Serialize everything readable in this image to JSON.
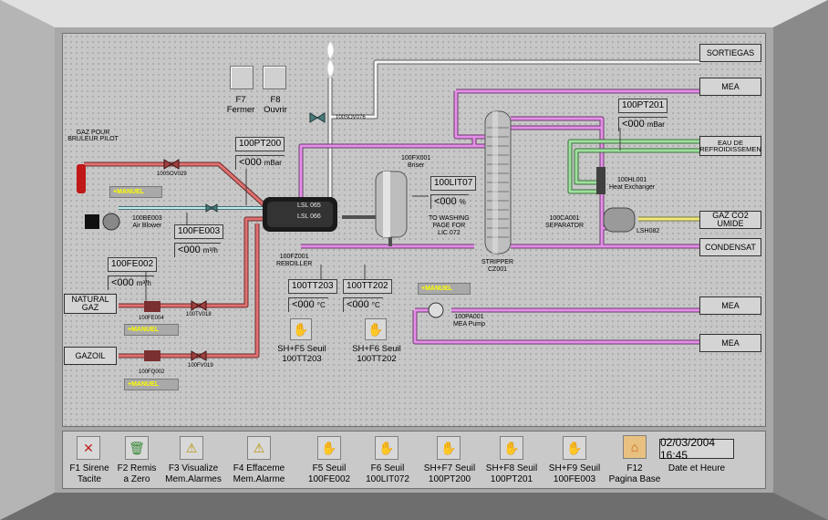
{
  "valves": {
    "fermer": "F7\nFermer",
    "ouvrir": "F8\nOuvrir"
  },
  "right_boxes": [
    "SORTIEGAS",
    "MEA",
    "EAU DE\nREFROIDISSEMEN",
    "GAZ CO2 UMIDE",
    "CONDENSAT",
    "MEA",
    "MEA"
  ],
  "instruments": {
    "pt200": {
      "tag": "100PT200",
      "val": "<000",
      "unit": "mBar"
    },
    "pt201": {
      "tag": "100PT201",
      "val": "<000",
      "unit": "mBar"
    },
    "lit07": {
      "tag": "100LIT07",
      "val": "<000",
      "unit": "%"
    },
    "fe003": {
      "tag": "100FE003",
      "val": "<000",
      "unit": "m³/h"
    },
    "fe002": {
      "tag": "100FE002",
      "val": "<000",
      "unit": "m³/h"
    },
    "tt203": {
      "tag": "100TT203",
      "val": "<000",
      "unit": "°C"
    },
    "tt202": {
      "tag": "100TT202",
      "val": "<000",
      "unit": "°C"
    }
  },
  "labels": {
    "gaz_pour": "GAZ POUR\nBRULEUR PILOT",
    "natural_gaz": "NATURAL\nGAZ",
    "gazoil": "GAZOIL",
    "air_blower": "100BE003\nAir Blower",
    "reboiller": "100FZ001\nREBOILLER",
    "lsl065": "LSL 065",
    "lsl066": "LSL 066",
    "exchanger_fx": "100FX001\nBriser",
    "washing": "TO WASHING\nPAGE FOR\nLIC 072",
    "stripper": "STRIPPER\nCZ001",
    "separator": "100CA001\nSEPARATOR",
    "heat_exch": "100HL001\nHeat Exchanger",
    "lsh082": "LSH082",
    "mea_pump": "100PA001\nMEA Pump",
    "valve_076": "100SOV076",
    "valve_029": "100SOV029",
    "valve_018": "100TV018",
    "valve_019": "100FV019",
    "fe004": "100FE004",
    "fq002": "100FQ002"
  },
  "manuel": "+MANUEL",
  "seuil": {
    "f5": "SH+F5 Seuil\n100TT203",
    "f6": "SH+F6 Seuil\n100TT202"
  },
  "toolbar": [
    {
      "icon": "siren-off-icon",
      "label": "F1 Sirene\nTacite"
    },
    {
      "icon": "trash-icon",
      "label": "F2 Remis\na Zero"
    },
    {
      "icon": "alarm-warning-icon",
      "label": "F3 Visualize\nMem.Alarmes"
    },
    {
      "icon": "alarm-clear-icon",
      "label": "F4 Effaceme\nMem.Alarme"
    },
    {
      "icon": "threshold-icon",
      "label": "F5 Seuil\n100FE002"
    },
    {
      "icon": "threshold-icon",
      "label": "F6 Seuil\n100LIT072"
    },
    {
      "icon": "threshold-icon",
      "label": "SH+F7 Seuil\n100PT200"
    },
    {
      "icon": "threshold-icon",
      "label": "SH+F8 Seuil\n100PT201"
    },
    {
      "icon": "threshold-icon",
      "label": "SH+F9 Seuil\n100FE003"
    },
    {
      "icon": "home-icon",
      "label": "F12\nPagina Base"
    }
  ],
  "datetime": "02/03/2004 16:45",
  "datetime_label": "Date et Heure",
  "colors": {
    "panel": "#c7c7c7",
    "pipe_pink": "#e58ee8",
    "pipe_red": "#d65a5a",
    "pipe_green": "#7fc47f",
    "pipe_white": "#f5f5f5",
    "pipe_yellow": "#e8e070",
    "pipe_cyan": "#a8e0ea"
  }
}
